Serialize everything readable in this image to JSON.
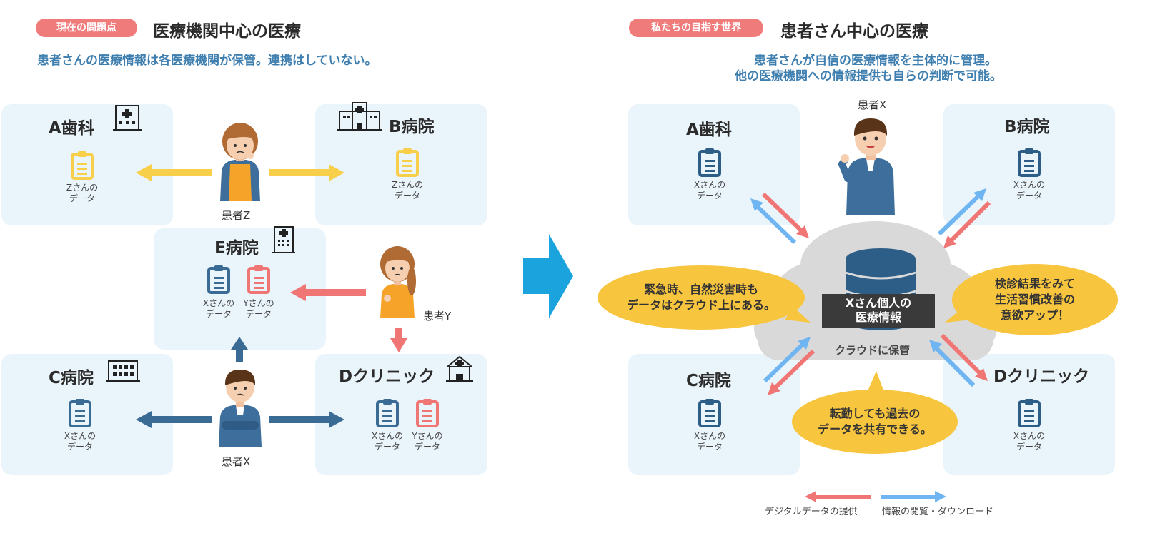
{
  "left": {
    "badge": "現在の問題点",
    "title": "医療機関中心の医療",
    "subtitle": "患者さんの医療情報は各医療機関が保管。連携はしていない。",
    "boxes": {
      "a": {
        "name": "A歯科",
        "data1": "Zさんの\nデータ"
      },
      "b": {
        "name": "B病院",
        "data1": "Zさんの\nデータ"
      },
      "e": {
        "name": "E病院",
        "data1": "Xさんの\nデータ",
        "data2": "Yさんの\nデータ"
      },
      "c": {
        "name": "C病院",
        "data1": "Xさんの\nデータ"
      },
      "d": {
        "name": "Dクリニック",
        "data1": "Xさんの\nデータ",
        "data2": "Yさんの\nデータ"
      }
    },
    "patients": {
      "z": "患者Z",
      "y": "患者Y",
      "x": "患者X"
    }
  },
  "right": {
    "badge": "私たちの目指す世界",
    "title": "患者さん中心の医療",
    "subtitle_line1": "患者さんが自信の医療情報を主体的に管理。",
    "subtitle_line2": "他の医療機関への情報提供も自らの判断で可能。",
    "patient": "患者X",
    "boxes": {
      "a": {
        "name": "A歯科",
        "data": "Xさんの\nデータ"
      },
      "b": {
        "name": "B病院",
        "data": "Xさんの\nデータ"
      },
      "c": {
        "name": "C病院",
        "data": "Xさんの\nデータ"
      },
      "d": {
        "name": "Dクリニック",
        "data": "Xさんの\nデータ"
      }
    },
    "db_label_line1": "Xさん個人の",
    "db_label_line2": "医療情報",
    "cloud_label": "クラウドに保管",
    "bubbles": {
      "left_line1": "緊急時、自然災害時も",
      "left_line2": "データはクラウド上にある。",
      "right_line1": "検診結果をみて",
      "right_line2": "生活習慣改善の",
      "right_line3": "意欲アップ！",
      "bottom_line1": "転勤しても過去の",
      "bottom_line2": "データを共有できる。"
    },
    "legend": {
      "provide": "デジタルデータの提供",
      "view": "情報の閲覧・ダウンロード"
    }
  },
  "colors": {
    "badge": "#f07b7b",
    "box": "#eaf4fb",
    "yellow": "#f8cf4a",
    "red": "#f07575",
    "blue": "#3a6b95",
    "light_blue": "#6fb5f2",
    "big_arrow": "#1aa3dd",
    "bubble": "#f8c53f",
    "cloud": "#d9d9d9",
    "db": "#2d5e88"
  }
}
